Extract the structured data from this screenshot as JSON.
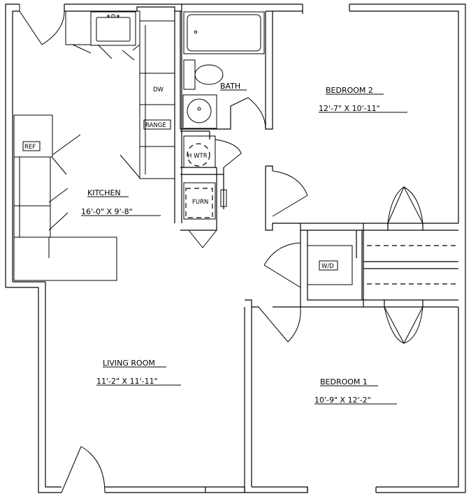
{
  "rooms": {
    "bedroom2": {
      "name": "BEDROOM 2",
      "dims": "12'-7\" X 10'-11\""
    },
    "bath": {
      "name": "BATH"
    },
    "kitchen": {
      "name": "KITCHEN",
      "dims": "16'-0\" X 9'-8\""
    },
    "living": {
      "name": "LIVING ROOM",
      "dims": "11'-2\" X 11'-11\""
    },
    "bedroom1": {
      "name": "BEDROOM 1",
      "dims": "10'-9\" X 12'-2\""
    }
  },
  "fixtures": {
    "dw": "DW",
    "range": "RANGE",
    "ref": "REF",
    "hwtr": "H WTR",
    "furn": "FURN",
    "wd": "W/D"
  }
}
